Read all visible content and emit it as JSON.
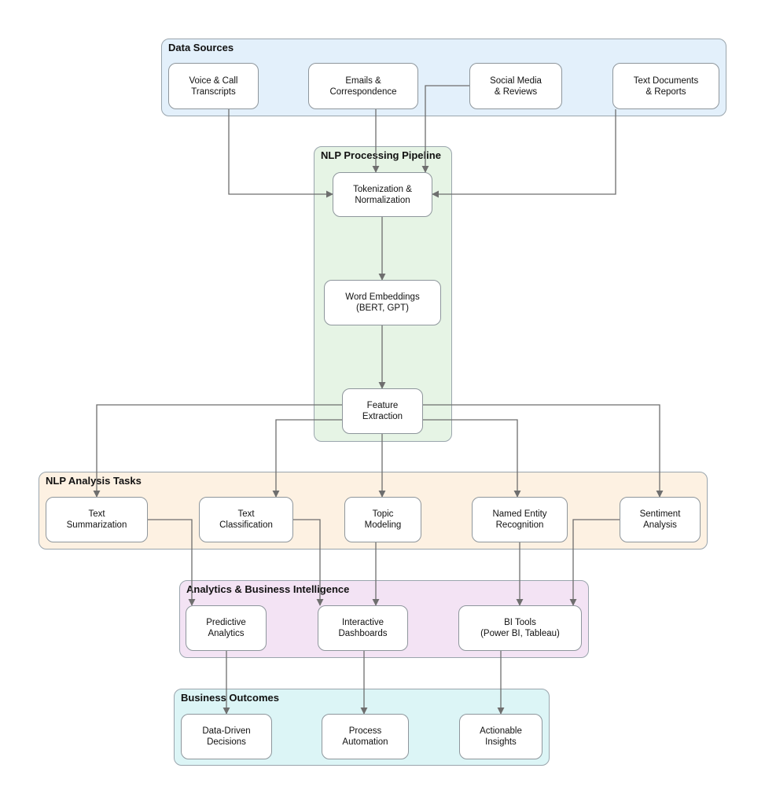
{
  "colors": {
    "sources_bg": "#e3f0fb",
    "pipeline_bg": "#e6f4e5",
    "tasks_bg": "#fdf1e2",
    "analytics_bg": "#f3e3f4",
    "outcomes_bg": "#dcf5f6",
    "edge": "#6e6e6e"
  },
  "groups": {
    "sources": "Data Sources",
    "pipeline": "NLP Processing Pipeline",
    "tasks": "NLP Analysis Tasks",
    "analytics": "Analytics & Business Intelligence",
    "outcomes": "Business Outcomes"
  },
  "nodes": {
    "voice": "Voice & Call\nTranscripts",
    "emails": "Emails &\nCorrespondence",
    "social": "Social Media\n& Reviews",
    "textdocs": "Text Documents\n& Reports",
    "tokenization": "Tokenization &\nNormalization",
    "embeddings": "Word Embeddings\n(BERT, GPT)",
    "features": "Feature\nExtraction",
    "summarization": "Text\nSummarization",
    "classification": "Text\nClassification",
    "topic": "Topic\nModeling",
    "ner": "Named Entity\nRecognition",
    "sentiment": "Sentiment\nAnalysis",
    "predictive": "Predictive\nAnalytics",
    "dashboards": "Interactive\nDashboards",
    "bitools": "BI Tools\n(Power BI, Tableau)",
    "decisions": "Data-Driven\nDecisions",
    "automation": "Process\nAutomation",
    "insights": "Actionable\nInsights"
  },
  "edges": [
    [
      "voice",
      "tokenization"
    ],
    [
      "emails",
      "tokenization"
    ],
    [
      "social",
      "tokenization"
    ],
    [
      "textdocs",
      "tokenization"
    ],
    [
      "tokenization",
      "embeddings"
    ],
    [
      "embeddings",
      "features"
    ],
    [
      "features",
      "summarization"
    ],
    [
      "features",
      "classification"
    ],
    [
      "features",
      "topic"
    ],
    [
      "features",
      "ner"
    ],
    [
      "features",
      "sentiment"
    ],
    [
      "summarization",
      "predictive"
    ],
    [
      "classification",
      "dashboards"
    ],
    [
      "topic",
      "dashboards"
    ],
    [
      "ner",
      "bitools"
    ],
    [
      "sentiment",
      "bitools"
    ],
    [
      "predictive",
      "decisions"
    ],
    [
      "dashboards",
      "automation"
    ],
    [
      "bitools",
      "insights"
    ]
  ]
}
